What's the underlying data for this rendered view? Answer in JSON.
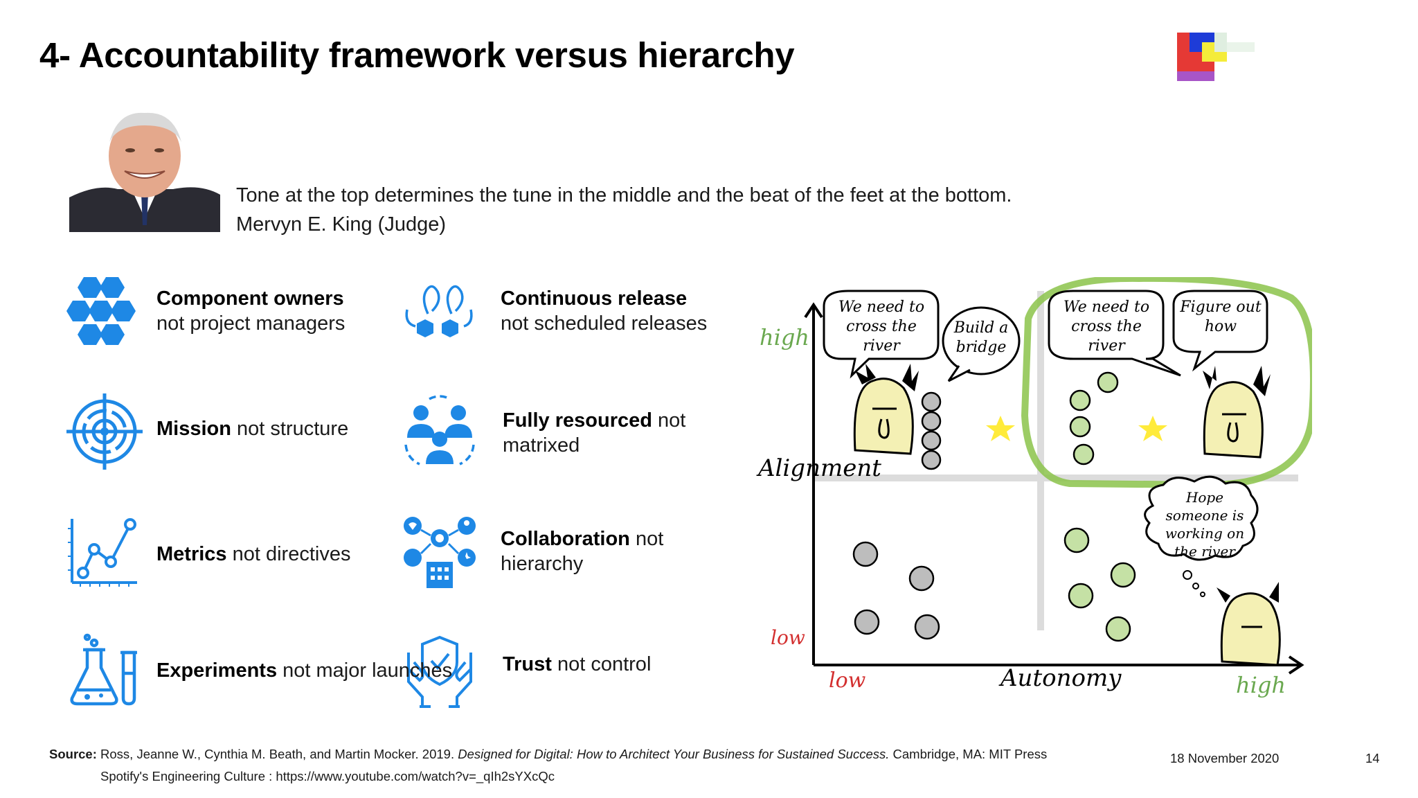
{
  "slide": {
    "title": "4- Accountability framework versus hierarchy",
    "colors": {
      "accent_blue": "#1e88e5",
      "cartoon_green": "#8bc34a",
      "cartoon_red": "#d32f2f",
      "face_yellow": "#f4f0b4"
    }
  },
  "quote": {
    "text": "Tone at the top determines the tune in the middle and the beat of the feet at the bottom.",
    "author": "Mervyn E. King (Judge)"
  },
  "items": [
    {
      "icon": "hexagon-cluster-icon",
      "bold": "Component owners",
      "rest": "not project managers"
    },
    {
      "icon": "continuous-release-cycle-icon",
      "bold": "Continuous release",
      "rest": "not scheduled releases"
    },
    {
      "icon": "target-crosshair-icon",
      "bold": "Mission",
      "rest": "not structure"
    },
    {
      "icon": "team-resources-icon",
      "bold": "Fully resourced",
      "rest": "not matrixed"
    },
    {
      "icon": "line-graph-metrics-icon",
      "bold": "Metrics",
      "rest": "not directives"
    },
    {
      "icon": "collaboration-network-icon",
      "bold": "Collaboration",
      "rest": "not hierarchy"
    },
    {
      "icon": "lab-flask-icon",
      "bold": "Experiments",
      "rest": "not major launches"
    },
    {
      "icon": "hands-shield-trust-icon",
      "bold": "Trust",
      "rest": "not control"
    }
  ],
  "cartoon": {
    "y_axis_label": "Alignment",
    "x_axis_label": "Autonomy",
    "y_high": "high",
    "y_low": "low",
    "x_low": "low",
    "x_high": "high",
    "bubble_1": "We need to cross the river",
    "bubble_2": "Build a bridge",
    "bubble_3": "We need to cross the river",
    "bubble_4": "Figure out how",
    "bubble_5": "Hope someone is working on the river problem..."
  },
  "footer": {
    "source_label": "Source:",
    "source_text_1": "Ross, Jeanne W., Cynthia M. Beath, and Martin Mocker. 2019.",
    "source_italic": "Designed for Digital: How to Architect Your Business for Sustained Success.",
    "source_text_2": "Cambridge, MA: MIT Press",
    "source_line_2": "Spotify's Engineering Culture : https://www.youtube.com/watch?v=_qIh2sYXcQc",
    "date": "18 November 2020",
    "page_number": "14"
  }
}
